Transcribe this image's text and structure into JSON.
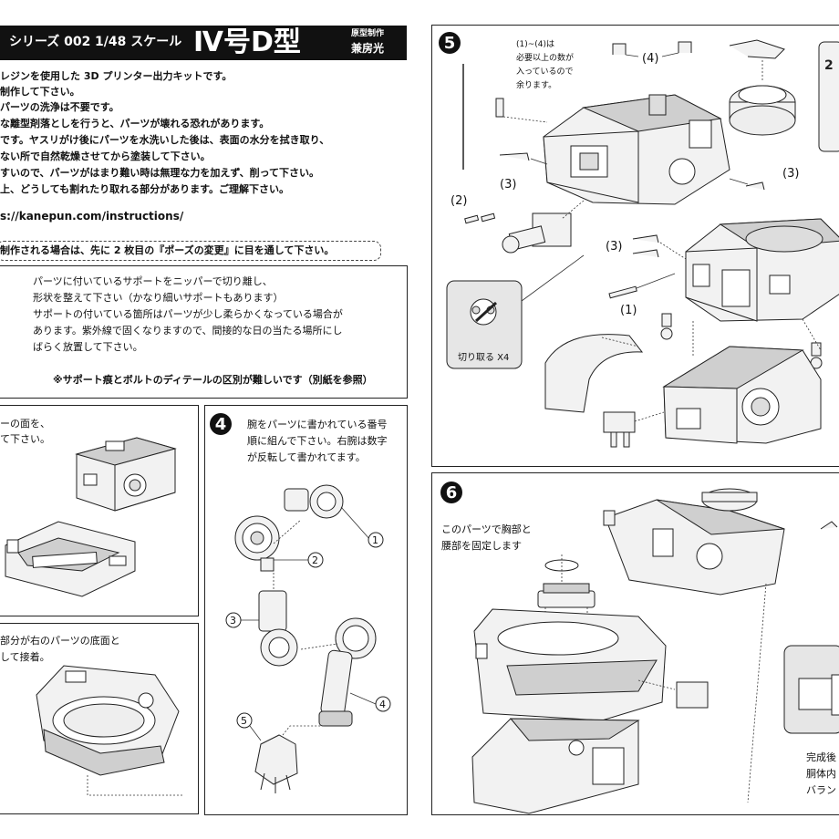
{
  "header": {
    "series": "シリーズ 002",
    "scale": "1/48 スケール",
    "title": "Ⅳ号D型",
    "credit_label": "原型制作",
    "credit_name": "兼房光"
  },
  "intro": {
    "lines": [
      "レジンを使用した 3D プリンター出力キットです。",
      "制作して下さい。",
      "パーツの洗浄は不要です。",
      "な離型剤落としを行うと、パーツが壊れる恐れがあります。",
      "です。ヤスリがけ後にパーツを水洗いした後は、表面の水分を拭き取り、",
      "ない所で自然乾燥させてから塗装して下さい。",
      "すいので、パーツがはまり難い時は無理な力を加えず、削って下さい。",
      "上、どうしても割れたり取れる部分があります。ご理解下さい。"
    ],
    "url": "s://kanepun.com/instructions/"
  },
  "notice": {
    "text": "制作される場合は、先に 2 枚目の『ポーズの変更』に目を通して下さい。"
  },
  "support": {
    "lines": [
      "パーツに付いているサポートをニッパーで切り離し、",
      "形状を整えて下さい（かなり細いサポートもあります）",
      "サポートの付いている箇所はパーツが少し柔らかくなっている場合が",
      "あります。紫外線で固くなりますので、間接的な日の当たる場所にし",
      "ばらく放置して下さい。"
    ],
    "note": "※サポート痕とボルトのディテールの区別が難しいです（別紙を参照）"
  },
  "step3": {
    "text1": "ーの面を、",
    "text2": "て下さい。"
  },
  "step3b": {
    "text1": "部分が右のパーツの底面と",
    "text2": "して接着。"
  },
  "step4": {
    "num": "4",
    "lines": [
      "腕をパーツに書かれている番号",
      "順に組んで下さい。右腕は数字",
      "が反転して書かれてます。"
    ],
    "labels": [
      "1",
      "2",
      "3",
      "4",
      "5"
    ]
  },
  "step5": {
    "num": "5",
    "note_lines": [
      "(1)~(4)は",
      "必要以上の数が",
      "入っているので",
      "余ります。"
    ],
    "callout": "切り取る X4",
    "labels": {
      "l4": "(4)",
      "l3a": "(3)",
      "l3b": "(3)",
      "l3c": "(3)",
      "l2": "(2)",
      "l1": "(1)"
    }
  },
  "step6": {
    "num": "6",
    "text1": "このパーツで胸部と",
    "text2": "腰部を固定します",
    "side_lines": [
      "完成後",
      "胴体内",
      "バラン"
    ]
  },
  "colors": {
    "accent": "#111111",
    "panel_gray": "#e6e6e6"
  }
}
